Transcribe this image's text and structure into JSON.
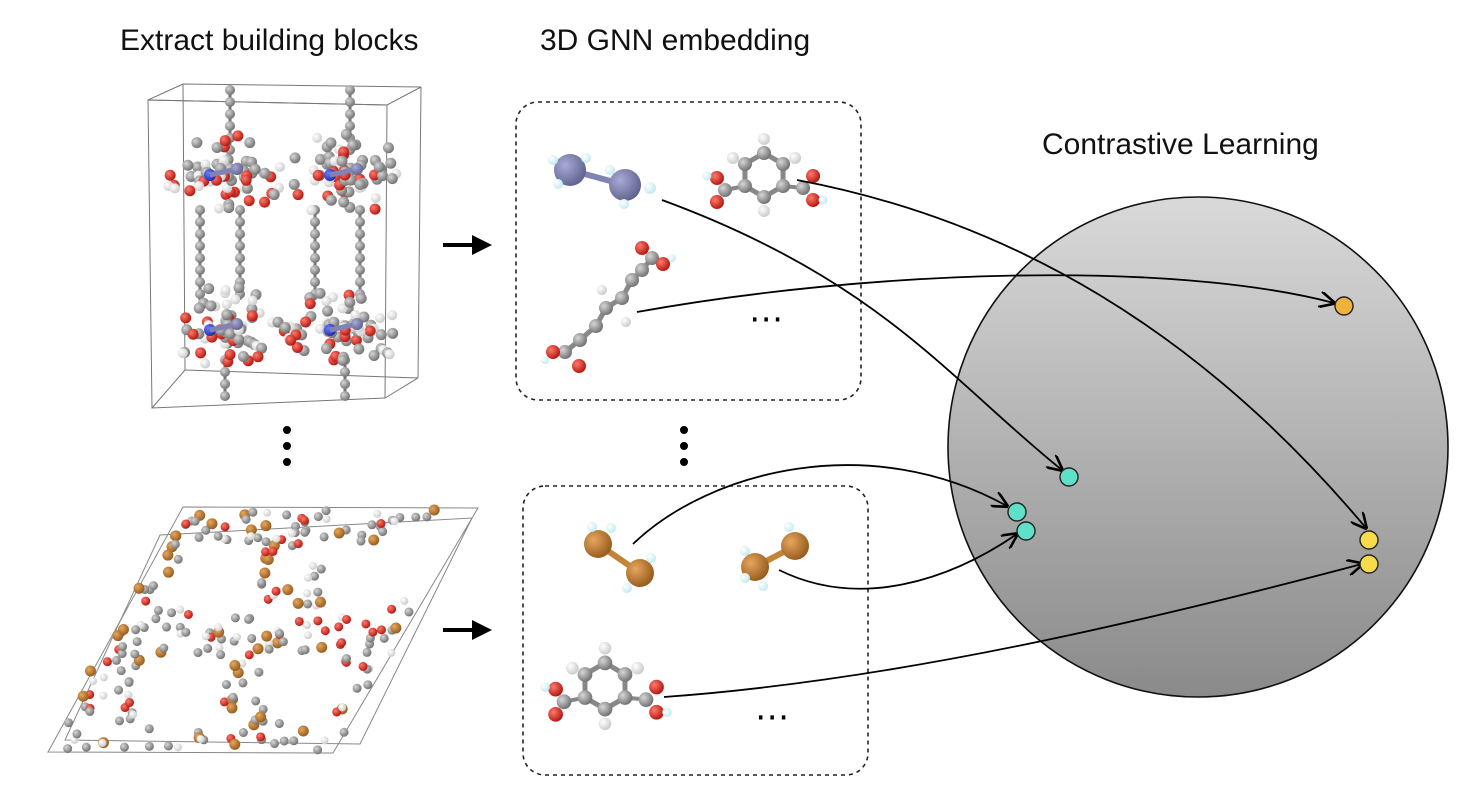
{
  "headings": {
    "extract": "Extract building blocks",
    "embed": "3D GNN embedding",
    "contrastive": "Contrastive Learning"
  },
  "ellipsis": "⋯",
  "colors": {
    "carbon": "#8c8c8c",
    "oxygen": "#dd2418",
    "hydrogen": "#f2f2f2",
    "nitrogen": "#2f44d8",
    "metal_blue": "#8183b4",
    "metal_copper": "#c48438",
    "h_cyan": "#d6f3f6",
    "embed_cyan": "#5fe0c8",
    "embed_orange": "#efb23e",
    "embed_yellow": "#f6dc4a",
    "sphere_top": "#d4d4d4",
    "sphere_bottom": "#8f8f8f"
  }
}
